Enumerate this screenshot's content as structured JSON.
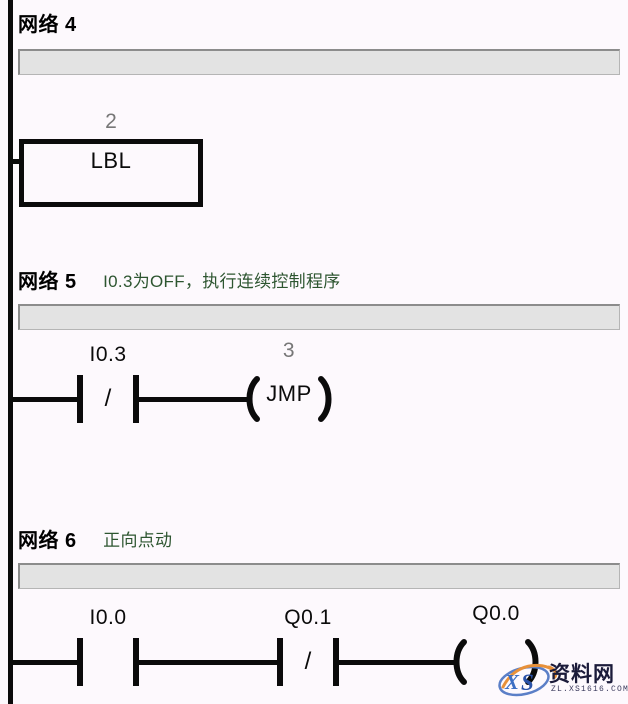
{
  "page": {
    "background_color": "#fdf9fd",
    "rail_color": "#0b0b0b",
    "comment_color": "#2d5530",
    "param_color": "#777777"
  },
  "networks": [
    {
      "title": "网络 4",
      "comment": "",
      "elements": {
        "box": {
          "name": "LBL",
          "param": "2"
        }
      }
    },
    {
      "title": "网络 5",
      "comment": "I0.3为OFF，执行连续控制程序",
      "elements": {
        "contact1": {
          "label": "I0.3",
          "type": "normally-closed",
          "slash": "/"
        },
        "coil": {
          "name": "JMP",
          "param": "3"
        }
      }
    },
    {
      "title": "网络 6",
      "comment": "正向点动",
      "elements": {
        "contact1": {
          "label": "I0.0",
          "type": "normally-open",
          "slash": ""
        },
        "contact2": {
          "label": "Q0.1",
          "type": "normally-closed",
          "slash": "/"
        },
        "coil": {
          "name": "",
          "param": "Q0.0"
        }
      }
    }
  ],
  "watermark": {
    "logo_text": "XS",
    "site_name": "资料网",
    "url": "ZL.XS1616.COM",
    "logo_blue": "#3d6fc4",
    "logo_orange": "#e8913a",
    "text_color": "#1b1b3a"
  }
}
